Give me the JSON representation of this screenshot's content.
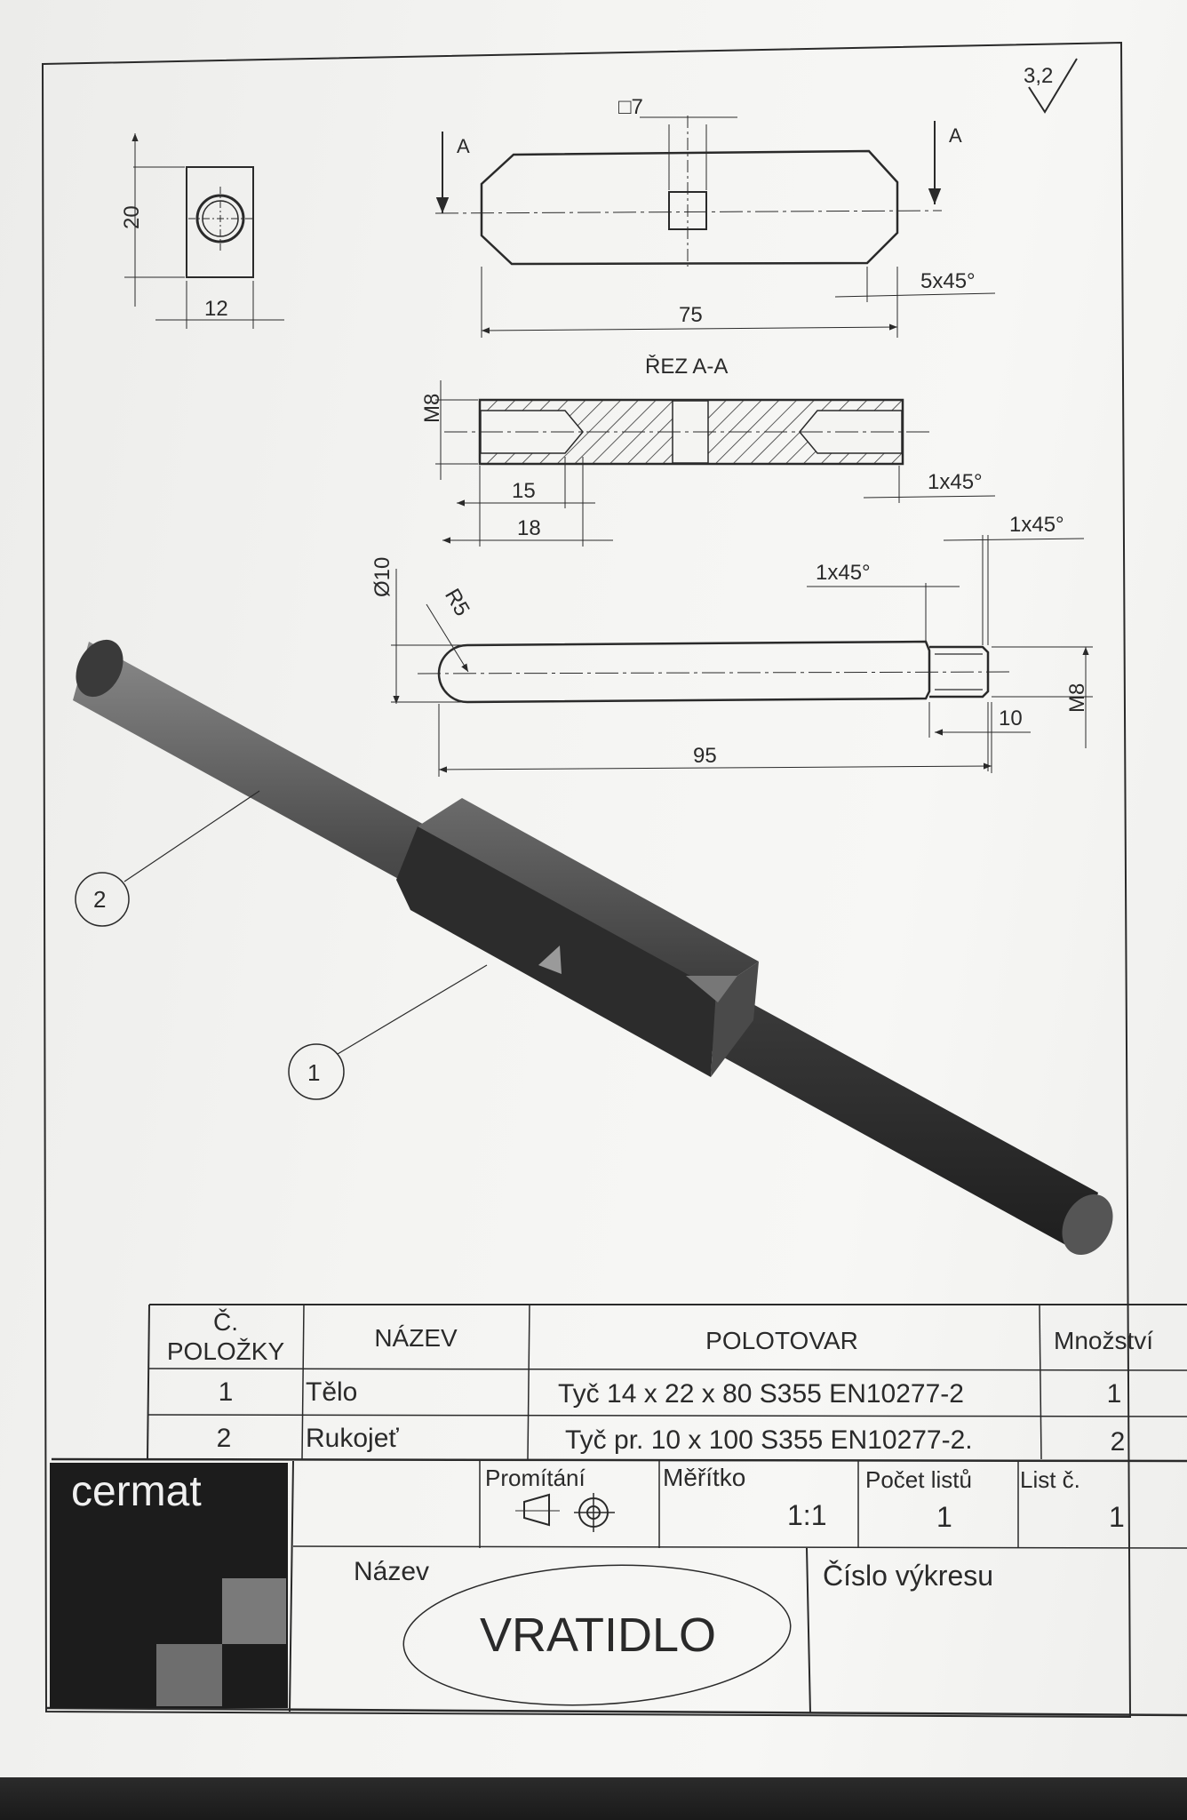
{
  "surface_finish": "3,2",
  "view_top": {
    "square_dim": "□7",
    "section_mark_left": "A",
    "section_mark_right": "A",
    "length": "75",
    "chamfer": "5x45°"
  },
  "view_side": {
    "height": "20",
    "width": "12"
  },
  "section": {
    "title": "ŘEZ A-A",
    "thread": "M8",
    "depth_15": "15",
    "depth_18": "18",
    "chamfer": "1x45°"
  },
  "handle": {
    "diameter": "Ø10",
    "radius": "R5",
    "chamfer_a": "1x45°",
    "chamfer_b": "1x45°",
    "thread_length": "10",
    "thread": "M8",
    "length": "95"
  },
  "callouts": [
    "2",
    "1"
  ],
  "parts_table": {
    "headers": [
      "Č.\nPOLOŽKY",
      "NÁZEV",
      "POLOTOVAR",
      "Množství"
    ],
    "rows": [
      [
        "1",
        "Tělo",
        "Tyč 14 x 22  x  80   S355 EN10277-2",
        "1"
      ],
      [
        "2",
        "Rukojeť",
        "Tyč pr. 10 x 100   S355 EN10277-2.",
        "2"
      ]
    ]
  },
  "title_block": {
    "logo": "cermat",
    "projection_label": "Promítání",
    "scale_label": "Měřítko",
    "scale_value": "1:1",
    "sheets_label": "Počet listů",
    "sheets_value": "1",
    "sheet_no_label": "List č.",
    "sheet_no_value": "1",
    "name_label": "Název",
    "name_value": "VRATIDLO",
    "drawing_no_label": "Číslo výkresu",
    "drawing_no_value": ""
  }
}
